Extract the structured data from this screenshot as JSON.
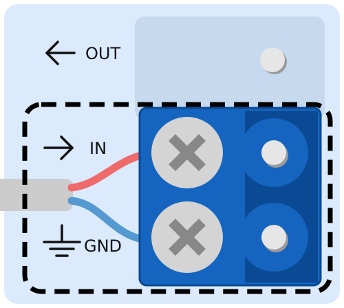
{
  "labels": {
    "out": "OUT",
    "in": "IN",
    "gnd": "GND"
  },
  "icons": {
    "out": "arrow-left-icon",
    "in": "arrow-right-icon",
    "gnd": "ground-icon"
  },
  "colors": {
    "background_panel": "#dbeafc",
    "top_block": "#c6d9ef",
    "terminal_block": "#1565c0",
    "terminal_dark": "#0a4a94",
    "wire_red": "#ef6a6a",
    "wire_blue": "#5599d1",
    "cable_sheath": "#cccccc",
    "screw": "#d4d4d4",
    "screw_x": "#888888",
    "dashed_border": "#000000"
  }
}
